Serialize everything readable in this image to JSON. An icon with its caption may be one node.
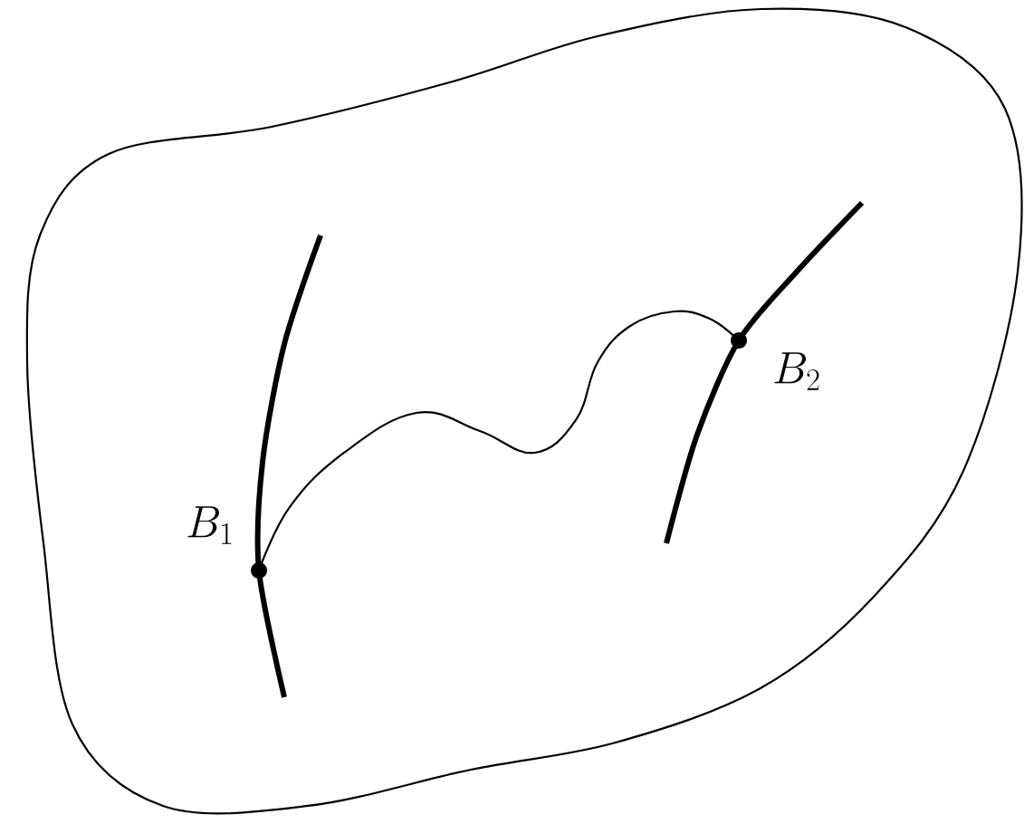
{
  "diagram": {
    "nodes": [
      {
        "text": [],
        "shape": "circle",
        "beside": [
          "B_1"
        ]
      },
      {
        "text": [],
        "shape": "circle",
        "beside": [
          "B_2"
        ]
      }
    ],
    "edges": [
      {
        "from": 0,
        "to": 1,
        "arrow": "none"
      }
    ]
  }
}
